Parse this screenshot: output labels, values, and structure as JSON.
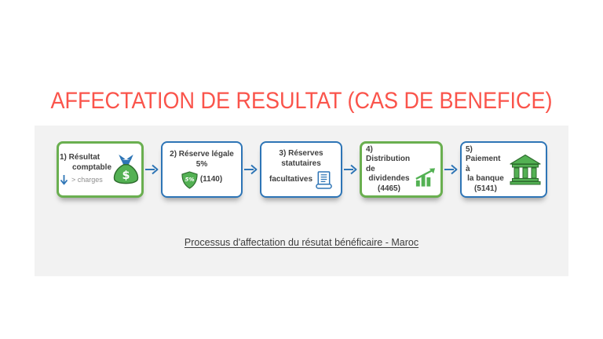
{
  "title": "AFFECTATION DE RESULTAT (CAS DE BENEFICE)",
  "caption": "Processus d'affectation du résutat bénéficaire - Maroc",
  "colors": {
    "title_red": "#fa544b",
    "green_accent": "#6aaf50",
    "blue_accent": "#2e75b6",
    "panel_bg": "#f2f2f2",
    "icon_green": "#53b153"
  },
  "steps": [
    {
      "lines": [
        "1) Résultat",
        "comptable"
      ],
      "note": "> charges",
      "badge": "$",
      "icon": "money-bag-icon",
      "border": "green"
    },
    {
      "lines": [
        "2) Réserve légale 5%",
        "(1140)"
      ],
      "badge": "5%",
      "icon": "shield-5-percent-icon",
      "border": "blue"
    },
    {
      "lines": [
        "3) Réserves statutaires",
        "facultatives"
      ],
      "icon": "scroll-document-icon",
      "border": "blue"
    },
    {
      "lines": [
        "4) Distribution de",
        "dividendes",
        "(4465)"
      ],
      "icon": "bar-chart-growth-icon",
      "border": "green"
    },
    {
      "lines": [
        "5) Paiement à",
        "la banque",
        "(5141)"
      ],
      "icon": "bank-icon",
      "border": "blue"
    }
  ]
}
